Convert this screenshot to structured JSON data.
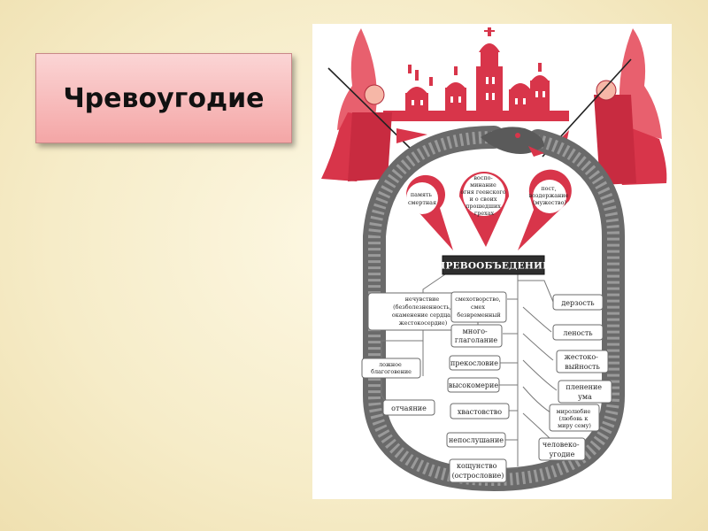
{
  "slide": {
    "title": "Чревоугодие"
  },
  "diagram": {
    "center": "ЧРЕВООБЪЕДЕНИЕ",
    "remedies": [
      [
        "память",
        "смертная"
      ],
      [
        "воспо-",
        "минание",
        "огня геенского",
        "и о своих",
        "прошедших",
        "грехах"
      ],
      [
        "пост,",
        "воздержание",
        "(мужество)"
      ]
    ],
    "left": {
      "root": [
        "нечувствие",
        "(безболезненность,",
        "окаменение сердца,",
        "жестокосердие)"
      ],
      "false_piety": [
        "ложное",
        "благоговение"
      ],
      "despair": "отчаяние"
    },
    "middle": [
      [
        "смехотворство,",
        "смех",
        "безвременный"
      ],
      [
        "много-",
        "глаголание"
      ],
      [
        "прекословие"
      ],
      [
        "высокомерие"
      ],
      [
        "хвастовство"
      ],
      [
        "непослушание"
      ],
      [
        "кощунство",
        "(острословие)"
      ]
    ],
    "right": [
      [
        "дерзость"
      ],
      [
        "леность"
      ],
      [
        "жестоко-",
        "выйность"
      ],
      [
        "пленение",
        "ума"
      ],
      [
        "миролюбие",
        "(любовь к",
        "миру сему)"
      ],
      [
        "человеко-",
        "угодие"
      ]
    ],
    "colors": {
      "accent_red": "#d8354a",
      "angel_pink": "#e8606e",
      "serpent": "#707070",
      "center_box": "#2e2e2e",
      "title_box": "#f4a6a6"
    }
  }
}
